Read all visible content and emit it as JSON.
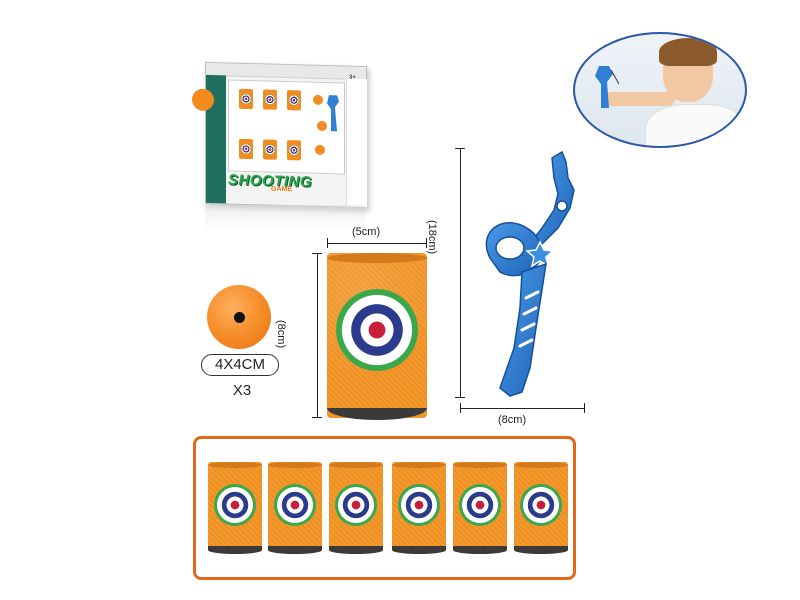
{
  "package": {
    "logo_main": "SHOOTING",
    "logo_sub": "GAME",
    "age_label": "3+"
  },
  "ball": {
    "size_label": "4X4CM",
    "quantity_label": "X3"
  },
  "can": {
    "width_label": "(5cm)",
    "height_label": "(8cm)"
  },
  "slingshot": {
    "height_label": "(18cm)",
    "width_label": "(8cm)"
  },
  "colors": {
    "accent_orange": "#e06a1a",
    "slingshot_blue": "#2f7fd6",
    "box_green": "#1f6f5f"
  },
  "can_set": {
    "count": 6
  }
}
